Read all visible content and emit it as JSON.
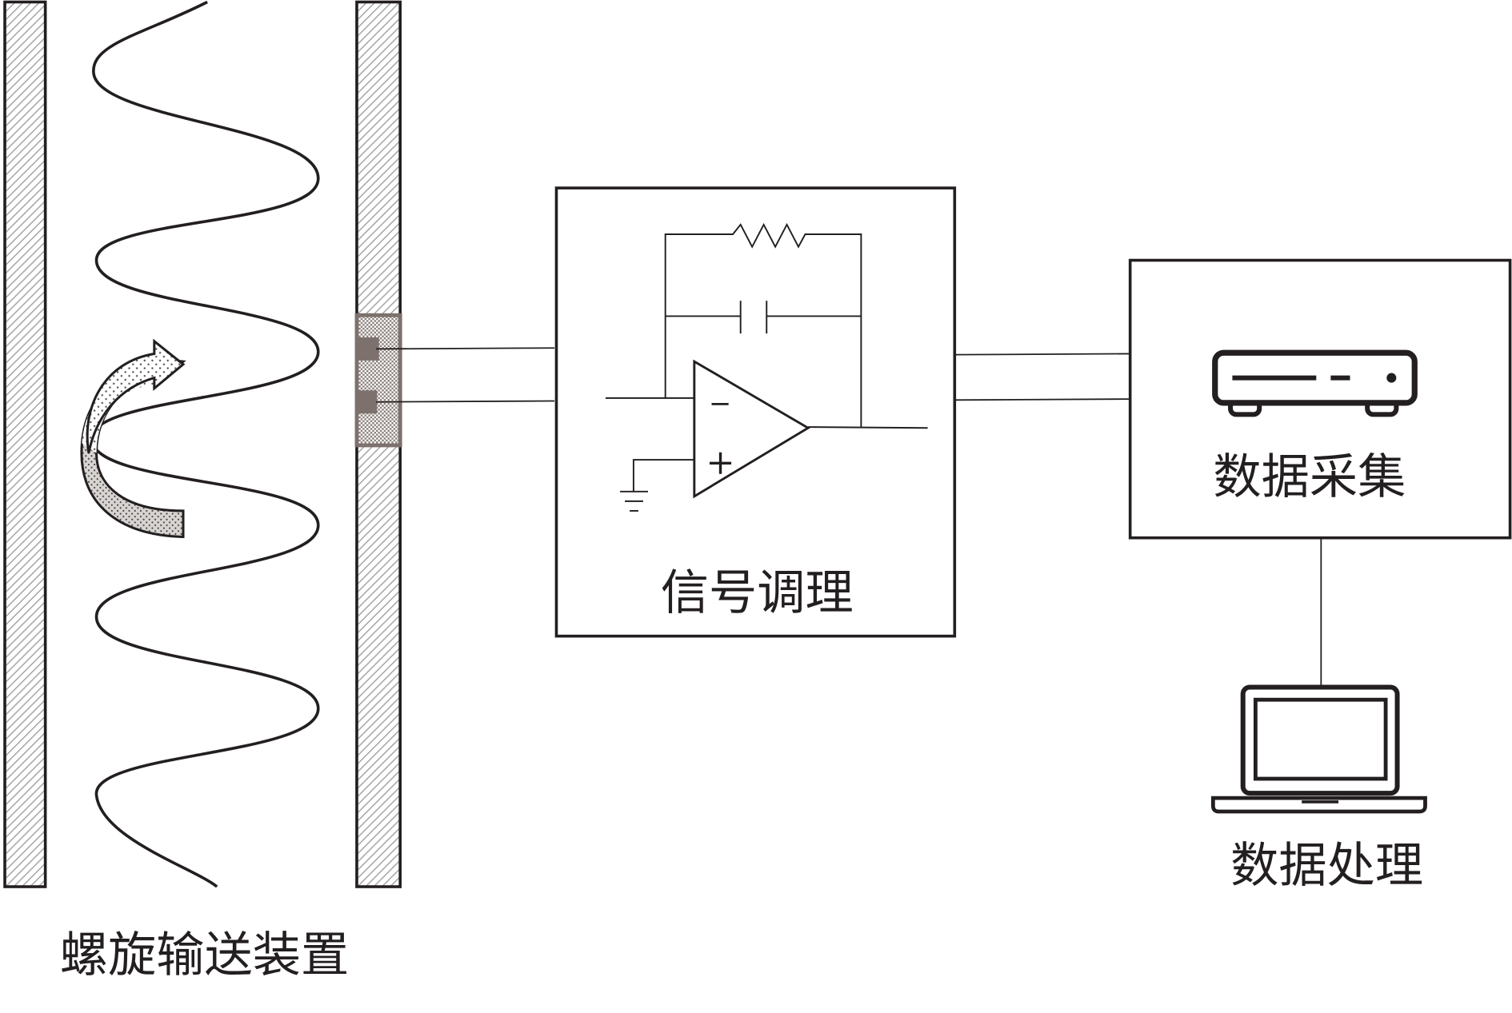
{
  "labels": {
    "screw_conveyor": "螺旋输送装置",
    "signal_conditioning": "信号调理",
    "data_acquisition": "数据采集",
    "data_processing": "数据处理",
    "opamp_minus": "−",
    "opamp_plus": "+"
  },
  "colors": {
    "line": "#231f20",
    "sensor": "#7d716d",
    "hatch": "#9a9a9a"
  }
}
